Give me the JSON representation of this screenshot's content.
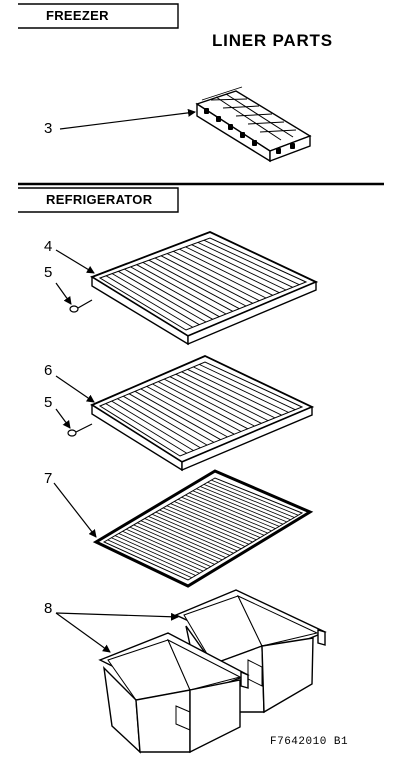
{
  "sections": {
    "freezer": "FREEZER",
    "refrigerator": "REFRIGERATOR"
  },
  "title": "LINER PARTS",
  "callouts": {
    "ice_tray": "3",
    "shelf_top": "4",
    "clip_top": "5",
    "shelf_middle": "6",
    "clip_middle": "5",
    "crisper_cover": "7",
    "crisper_drawers": "8"
  },
  "diagram_id": "F7642010 B1"
}
